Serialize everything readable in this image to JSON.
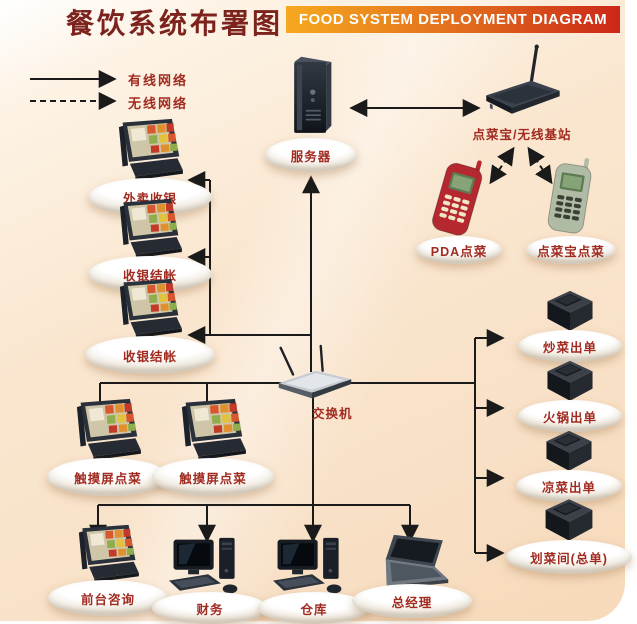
{
  "title": {
    "zh": "餐饮系统布署图",
    "en": "FOOD SYSTEM DEPLOYMENT DIAGRAM"
  },
  "legend": {
    "wired_label": "有线网络",
    "wireless_label": "无线网络"
  },
  "nodes": {
    "server": {
      "label": "服务器",
      "icon": "server-tower-icon"
    },
    "base_station": {
      "label": "点菜宝/无线基站",
      "icon": "wireless-base-station-icon"
    },
    "pda": {
      "label": "PDA点菜",
      "icon": "pda-phone-icon"
    },
    "ordering_device": {
      "label": "点菜宝点菜",
      "icon": "ordering-handset-icon"
    },
    "takeout_cashier": {
      "label": "外卖收银",
      "icon": "pos-terminal-icon"
    },
    "cashier_checkout_1": {
      "label": "收银结帐",
      "icon": "pos-terminal-icon"
    },
    "cashier_checkout_2": {
      "label": "收银结帐",
      "icon": "pos-terminal-icon"
    },
    "switch": {
      "label": "交换机",
      "icon": "network-switch-icon"
    },
    "touch_pos_1": {
      "label": "触摸屏点菜",
      "icon": "pos-terminal-icon"
    },
    "touch_pos_2": {
      "label": "触摸屏点菜",
      "icon": "pos-terminal-icon"
    },
    "front_desk": {
      "label": "前台咨询",
      "icon": "pos-terminal-icon"
    },
    "finance": {
      "label": "财务",
      "icon": "desktop-pc-icon"
    },
    "warehouse": {
      "label": "仓库",
      "icon": "desktop-pc-icon"
    },
    "general_manager": {
      "label": "总经理",
      "icon": "laptop-icon"
    },
    "printer_stirfry": {
      "label": "炒菜出单",
      "icon": "receipt-printer-icon"
    },
    "printer_hotpot": {
      "label": "火锅出单",
      "icon": "receipt-printer-icon"
    },
    "printer_cold_dish": {
      "label": "凉菜出单",
      "icon": "receipt-printer-icon"
    },
    "printer_master": {
      "label": "划菜间(总单)",
      "icon": "receipt-printer-icon"
    }
  },
  "colors": {
    "title": "#7c231d",
    "label": "#a12b20",
    "wire": "#1a1a1a",
    "banner_text": "#ffffff",
    "banner_gradient_start": "#f6a81f",
    "banner_gradient_end": "#cb2717",
    "background": "#f8e0c6"
  }
}
